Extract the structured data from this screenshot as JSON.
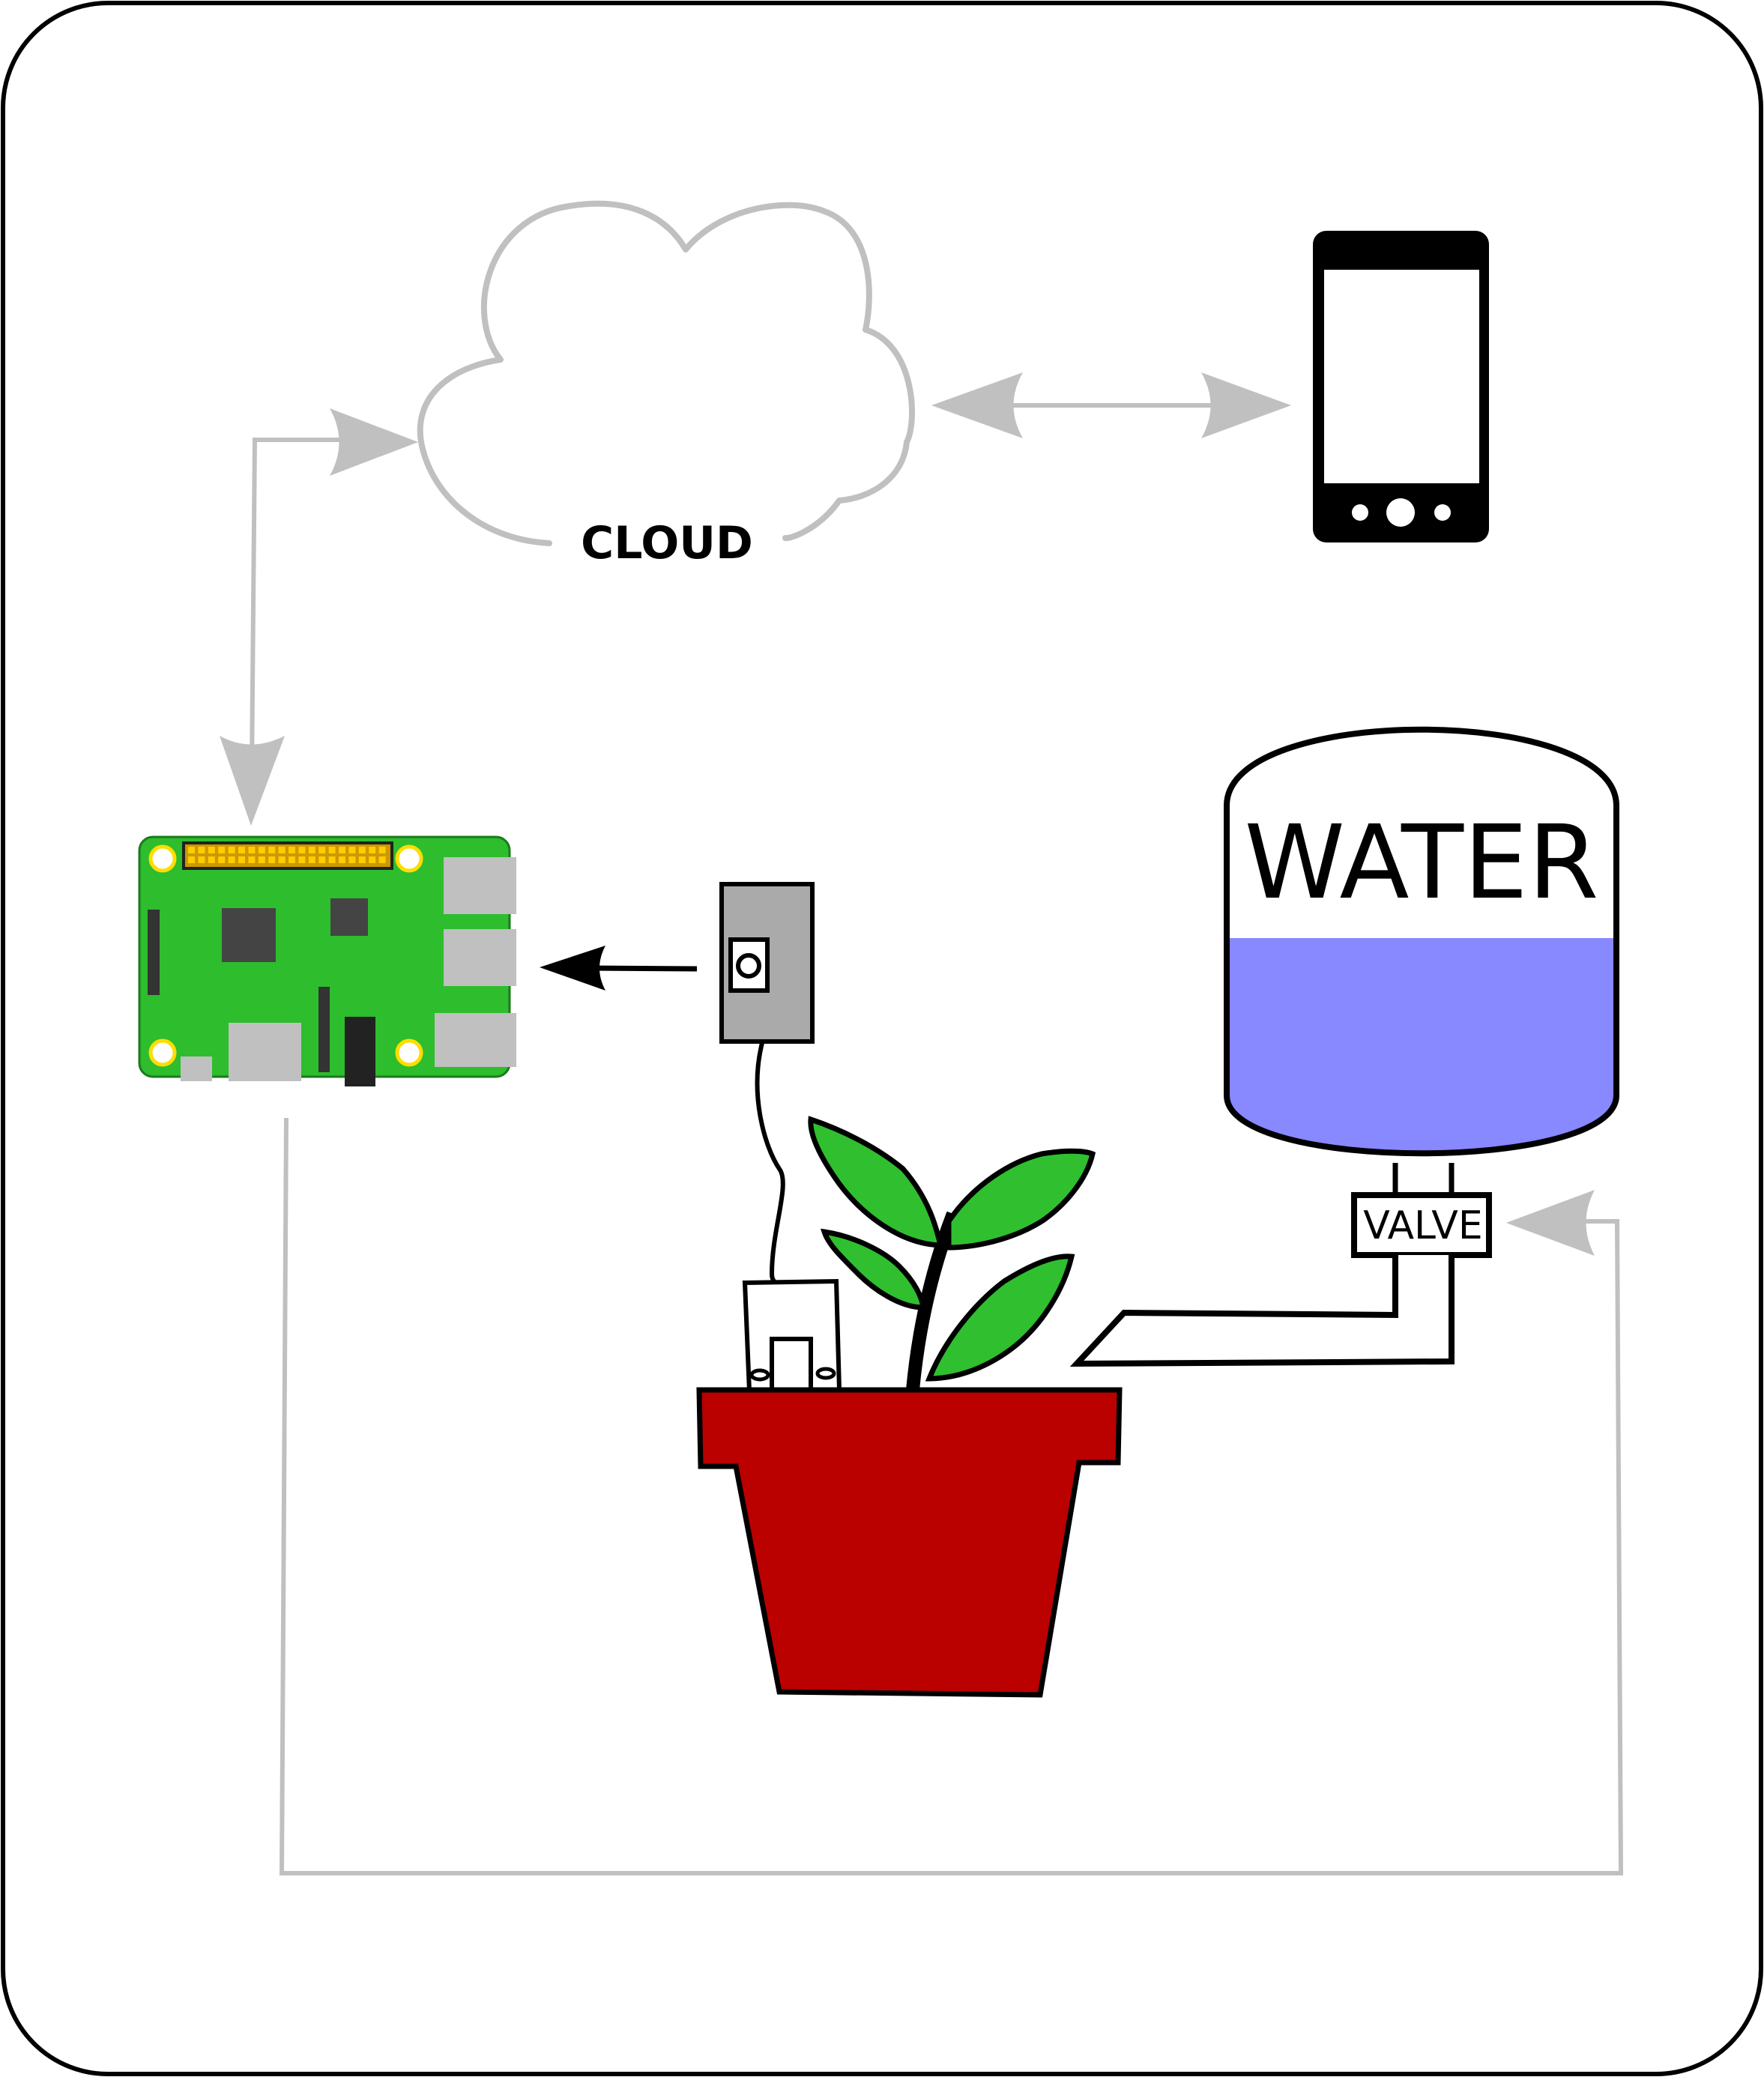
{
  "labels": {
    "cloud": "CLOUD",
    "water": "WATER",
    "valve": "VALVE"
  },
  "colors": {
    "frame": "#000000",
    "connector_gray": "#c0c0c0",
    "board_green": "#2dbd2d",
    "leaf_green": "#2fbf2f",
    "pot_red": "#bb0000",
    "water_blue": "#8888ff",
    "sensor_gray": "#aaaaaa",
    "header_gold": "#ffcc00"
  },
  "icons": {
    "cloud": "cloud-icon",
    "phone": "smartphone-icon",
    "board": "raspberry-pi-board-icon",
    "sensor": "moisture-sensor-icon",
    "plant": "potted-plant-icon",
    "tank": "water-tank-icon"
  }
}
